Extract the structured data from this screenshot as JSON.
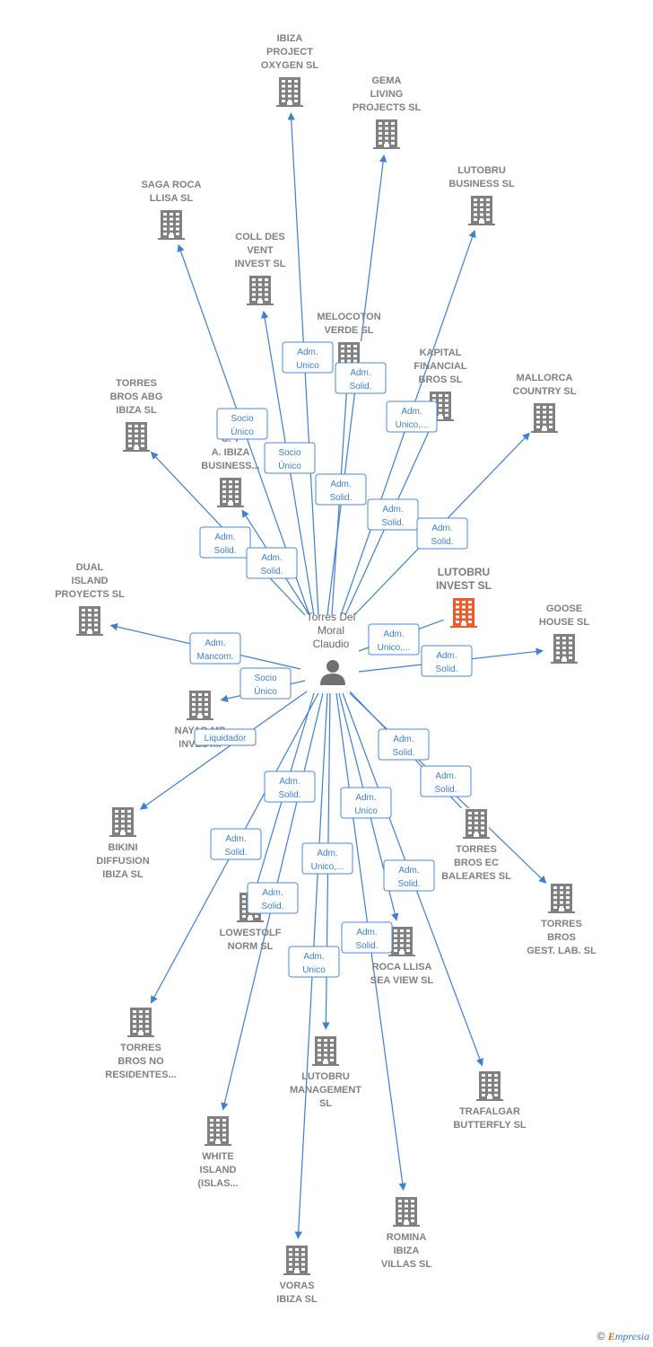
{
  "person": {
    "name_lines": [
      "Torres Del",
      "Moral",
      "Claudio"
    ]
  },
  "colors": {
    "edge": "#3d7fd1",
    "building": "#808080",
    "focus": "#f05a28"
  },
  "footer": {
    "copyright": "©",
    "brand_e": "E",
    "brand_rest": "mpresia"
  },
  "companies": [
    {
      "id": "ibiza-project",
      "lines": [
        "IBIZA",
        "PROJECT",
        "OXYGEN  SL"
      ]
    },
    {
      "id": "gema-living",
      "lines": [
        "GEMA",
        "LIVING",
        "PROJECTS SL"
      ]
    },
    {
      "id": "lutobru-business",
      "lines": [
        "LUTOBRU",
        "BUSINESS  SL"
      ]
    },
    {
      "id": "saga-roca",
      "lines": [
        "SAGA ROCA",
        "LLISA  SL"
      ]
    },
    {
      "id": "coll-des-vent",
      "lines": [
        "COLL DES",
        "VENT",
        "INVEST  SL"
      ]
    },
    {
      "id": "melocoton",
      "lines": [
        "MELOCOTON",
        "VERDE SL"
      ]
    },
    {
      "id": "kapital",
      "lines": [
        "KAPITAL",
        "FINANCIAL",
        "BROS  SL"
      ]
    },
    {
      "id": "mallorca",
      "lines": [
        "MALLORCA",
        "COUNTRY SL"
      ]
    },
    {
      "id": "torres-abg",
      "lines": [
        "TORRES",
        "BROS ABG",
        "IBIZA  SL"
      ]
    },
    {
      "id": "ct-ibiza",
      "lines": [
        "C.  T",
        "A. IBIZA",
        "BUSINESS..."
      ]
    },
    {
      "id": "lutobru-invest",
      "lines": [
        "LUTOBRU",
        "INVEST  SL"
      ]
    },
    {
      "id": "dual-island",
      "lines": [
        "DUAL",
        "ISLAND",
        "PROYECTS  SL"
      ]
    },
    {
      "id": "goose-house",
      "lines": [
        "GOOSE",
        "HOUSE  SL"
      ]
    },
    {
      "id": "nayad",
      "lines": [
        "NAYAD MP",
        "INVEST..."
      ]
    },
    {
      "id": "bikini",
      "lines": [
        "BIKINI",
        "DIFFUSION",
        "IBIZA SL"
      ]
    },
    {
      "id": "torres-ec",
      "lines": [
        "TORRES",
        "BROS EC",
        "BALEARES  SL"
      ]
    },
    {
      "id": "torres-gest",
      "lines": [
        "TORRES",
        "BROS",
        "GEST. LAB.  SL"
      ]
    },
    {
      "id": "lowestolf",
      "lines": [
        "LOWESTOLF",
        "NORM  SL"
      ]
    },
    {
      "id": "roca-llisa",
      "lines": [
        "ROCA LLISA",
        "SEA VIEW  SL"
      ]
    },
    {
      "id": "torres-no-res",
      "lines": [
        "TORRES",
        "BROS NO",
        "RESIDENTES..."
      ]
    },
    {
      "id": "lutobru-mgmt",
      "lines": [
        "LUTOBRU",
        "MANAGEMENT",
        "SL"
      ]
    },
    {
      "id": "trafalgar",
      "lines": [
        "TRAFALGAR",
        "BUTTERFLY SL"
      ]
    },
    {
      "id": "white-island",
      "lines": [
        "WHITE",
        "ISLAND",
        "(ISLAS..."
      ]
    },
    {
      "id": "romina",
      "lines": [
        "ROMINA",
        "IBIZA",
        "VILLAS  SL"
      ]
    },
    {
      "id": "voras",
      "lines": [
        "VORAS",
        "IBIZA SL"
      ]
    }
  ],
  "edges": [
    {
      "to": "ibiza-project",
      "role": [
        "Adm.",
        "Unico"
      ]
    },
    {
      "to": "gema-living",
      "role": [
        "Adm.",
        "Solid."
      ]
    },
    {
      "to": "lutobru-business",
      "role": [
        "Adm.",
        "Unico,..."
      ]
    },
    {
      "to": "saga-roca",
      "role": [
        "Socio",
        "Único"
      ]
    },
    {
      "to": "coll-des-vent",
      "role": [
        "Socio",
        "Único"
      ]
    },
    {
      "to": "melocoton",
      "role": [
        "Adm.",
        "Solid."
      ]
    },
    {
      "to": "kapital",
      "role": [
        "Adm.",
        "Solid."
      ]
    },
    {
      "to": "mallorca",
      "role": [
        "Adm.",
        "Solid."
      ]
    },
    {
      "to": "torres-abg",
      "role": [
        "Adm.",
        "Solid."
      ]
    },
    {
      "to": "ct-ibiza",
      "role": [
        "Adm.",
        "Solid."
      ]
    },
    {
      "to": "lutobru-invest",
      "role": [
        "Adm.",
        "Unico,..."
      ]
    },
    {
      "to": "dual-island",
      "role": [
        "Adm.",
        "Mancom."
      ]
    },
    {
      "to": "goose-house",
      "role": [
        "Adm.",
        "Solid."
      ]
    },
    {
      "to": "nayad",
      "role": [
        "Socio",
        "Único"
      ]
    },
    {
      "to": "bikini",
      "role": [
        "Liquidador"
      ]
    },
    {
      "to": "torres-ec",
      "role": [
        "Adm.",
        "Solid."
      ]
    },
    {
      "to": "torres-gest",
      "role": [
        "Adm.",
        "Solid."
      ]
    },
    {
      "to": "lowestolf",
      "role": [
        "Adm.",
        "Solid."
      ]
    },
    {
      "to": "roca-llisa",
      "role": [
        "Adm.",
        "Unico"
      ]
    },
    {
      "to": "torres-no-res",
      "role": [
        "Adm.",
        "Solid."
      ]
    },
    {
      "to": "lutobru-mgmt",
      "role": [
        "Adm.",
        "Unico,..."
      ]
    },
    {
      "to": "trafalgar",
      "role": [
        "Adm.",
        "Solid."
      ]
    },
    {
      "to": "white-island",
      "role": [
        "Adm.",
        "Solid."
      ]
    },
    {
      "to": "romina",
      "role": [
        "Adm.",
        "Solid."
      ]
    },
    {
      "to": "voras",
      "role": [
        "Adm.",
        "Unico"
      ]
    }
  ]
}
